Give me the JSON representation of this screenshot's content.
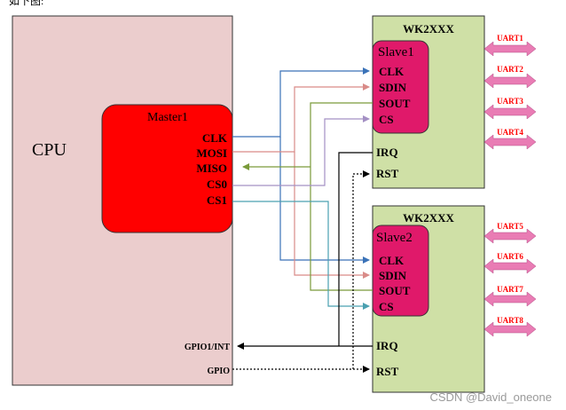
{
  "caption_fragment": "如下图:",
  "cpu": {
    "label": "CPU"
  },
  "master": {
    "label": "Master1",
    "pins": [
      "CLK",
      "MOSI",
      "MISO",
      "CS0",
      "CS1"
    ],
    "gpio_pins": [
      "GPIO1/INT",
      "GPIO"
    ]
  },
  "devices": [
    {
      "chip_label": "WK2XXX",
      "slave_label": "Slave1",
      "slave_pins": [
        "CLK",
        "SDIN",
        "SOUT",
        "CS"
      ],
      "other_pins": [
        "IRQ",
        "RST"
      ],
      "uarts": [
        "UART1",
        "UART2",
        "UART3",
        "UART4"
      ]
    },
    {
      "chip_label": "WK2XXX",
      "slave_label": "Slave2",
      "slave_pins": [
        "CLK",
        "SDIN",
        "SOUT",
        "CS"
      ],
      "other_pins": [
        "IRQ",
        "RST"
      ],
      "uarts": [
        "UART5",
        "UART6",
        "UART7",
        "UART8"
      ]
    }
  ],
  "watermark": "CSDN @David_oneone",
  "colors": {
    "cpu_fill": "#ebcdcd",
    "master_fill": "#ff0000",
    "chip_fill": "#cfe0a6",
    "slave_fill": "#e0196a",
    "uart_arrow": "#e97cb4",
    "uart_text": "#ff0000",
    "clk": "#3a72b8",
    "mosi": "#d98b88",
    "miso": "#7a9a3a",
    "cs0": "#a490c4",
    "cs1": "#4aa0b0"
  }
}
